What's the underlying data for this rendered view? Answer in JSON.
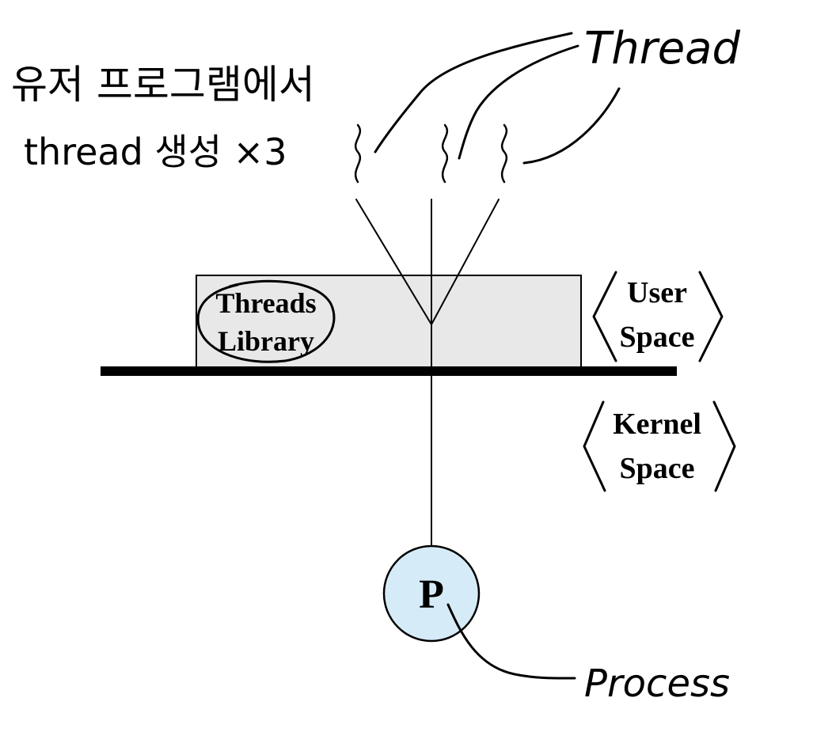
{
  "annotation": {
    "line1": "유저 프로그램에서",
    "line2": "thread 생성 ×3"
  },
  "labels": {
    "thread": "Thread",
    "process": "Process",
    "process_node": "P",
    "library_line1": "Threads",
    "library_line2": "Library",
    "user_space_line1": "User",
    "user_space_line2": "Space",
    "kernel_space_line1": "Kernel",
    "kernel_space_line2": "Space"
  },
  "colors": {
    "library_box_fill": "#e8e8e8",
    "process_fill": "#d5ecf8",
    "ink": "#000000"
  }
}
